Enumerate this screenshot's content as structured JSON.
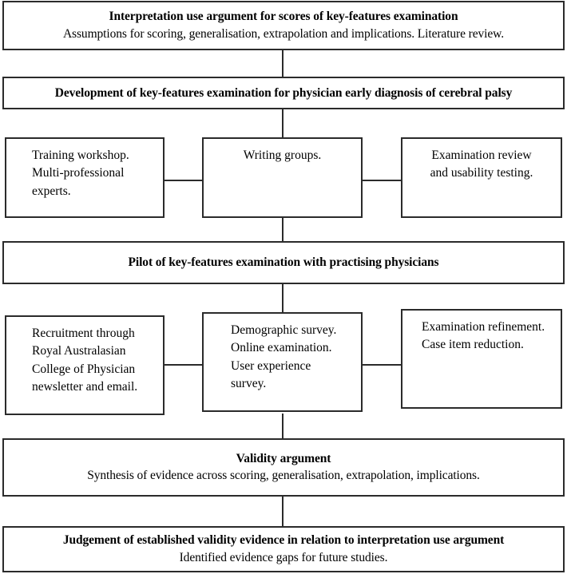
{
  "figure": {
    "type": "flowchart",
    "orientation": "vertical",
    "background_color": "#ffffff",
    "line_color": "#2b2b2b"
  },
  "nodes": {
    "iua": {
      "title": "Interpretation use argument for scores of key-features examination",
      "subtitle": "Assumptions for scoring, generalisation, extrapolation and implications. Literature review."
    },
    "development": {
      "title": "Development of key-features examination for physician early diagnosis of cerebral palsy"
    },
    "dev_left": {
      "body": "Training workshop.\nMulti-professional\nexperts."
    },
    "dev_middle": {
      "body": "Writing groups."
    },
    "dev_right": {
      "body": "Examination review\nand usability testing."
    },
    "pilot": {
      "title": "Pilot of key-features examination with practising physicians"
    },
    "pilot_left": {
      "body": "Recruitment through\nRoyal Australasian\nCollege of Physician\nnewsletter and email."
    },
    "pilot_middle": {
      "body": "Demographic survey.\nOnline examination.\nUser experience\nsurvey."
    },
    "pilot_right": {
      "body": "Examination refinement.\nCase item reduction."
    },
    "validity": {
      "title": "Validity argument",
      "subtitle": "Synthesis of evidence across scoring, generalisation, extrapolation, implications."
    },
    "judgement": {
      "title": "Judgement of established validity evidence in relation to interpretation use argument",
      "subtitle": "Identified evidence gaps for future studies."
    }
  }
}
